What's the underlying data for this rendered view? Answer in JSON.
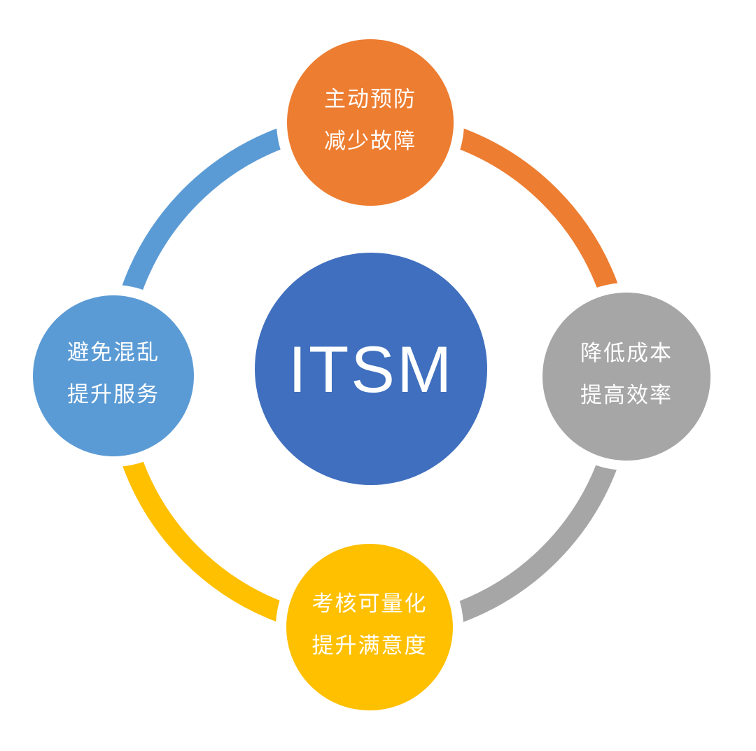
{
  "diagram": {
    "title": "ITSM benefits cycle diagram",
    "center": {
      "label": "ITSM",
      "color": "#3F6FBE"
    },
    "nodes": [
      {
        "id": "top",
        "line1": "主动预防",
        "line2": "减少故障",
        "color": "#ED7D31"
      },
      {
        "id": "right",
        "line1": "降低成本",
        "line2": "提高效率",
        "color": "#A6A6A6"
      },
      {
        "id": "bottom",
        "line1": "考核可量化",
        "line2": "提升满意度",
        "color": "#FFC000"
      },
      {
        "id": "left",
        "line1": "避免混乱",
        "line2": "提升服务",
        "color": "#5B9BD5"
      }
    ],
    "arcs": [
      {
        "from": "left",
        "to": "top",
        "color": "#5B9BD5"
      },
      {
        "from": "top",
        "to": "right",
        "color": "#ED7D31"
      },
      {
        "from": "right",
        "to": "bottom",
        "color": "#A6A6A6"
      },
      {
        "from": "bottom",
        "to": "left",
        "color": "#FFC000"
      }
    ],
    "background_color": "#FFFFFF"
  }
}
